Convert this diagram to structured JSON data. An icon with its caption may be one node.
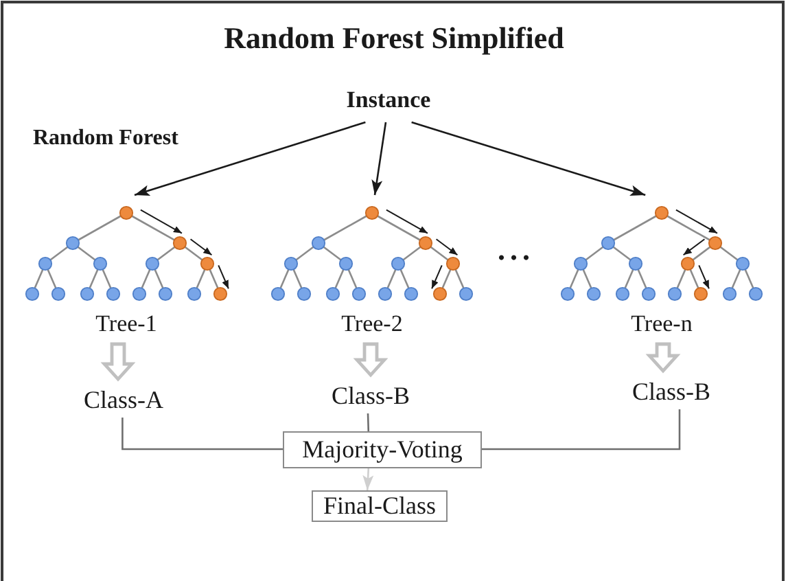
{
  "diagram": {
    "title": "Random Forest Simplified",
    "nodes": [
      {
        "text": [
          "Instance"
        ]
      },
      {
        "text": [
          "Tree-1"
        ]
      },
      {
        "text": [
          "Tree-2"
        ]
      },
      {
        "text": [
          "Tree-n"
        ]
      },
      {
        "text": [
          "Class-A"
        ]
      },
      {
        "text": [
          "Class-B"
        ]
      },
      {
        "text": [
          "Class-B"
        ]
      },
      {
        "text": [
          "Majority-Voting"
        ]
      },
      {
        "text": [
          "Final-Class"
        ]
      }
    ],
    "edges": [
      {
        "from": 0,
        "to": 1,
        "arrow": "to"
      },
      {
        "from": 0,
        "to": 2,
        "arrow": "to"
      },
      {
        "from": 0,
        "to": 3,
        "arrow": "to"
      },
      {
        "from": 1,
        "to": 4,
        "arrow": "to",
        "style": "thick",
        "color": "#c0c0c0"
      },
      {
        "from": 2,
        "to": 5,
        "arrow": "to",
        "style": "thick",
        "color": "#c0c0c0"
      },
      {
        "from": 3,
        "to": 6,
        "arrow": "to",
        "style": "thick",
        "color": "#c0c0c0"
      },
      {
        "from": 4,
        "to": 7,
        "arrow": "none",
        "color": "#6e6e6e"
      },
      {
        "from": 5,
        "to": 7,
        "arrow": "none",
        "color": "#6e6e6e"
      },
      {
        "from": 6,
        "to": 7,
        "arrow": "none",
        "color": "#6e6e6e"
      },
      {
        "from": 7,
        "to": 8,
        "arrow": "to",
        "color": "#cfcfcf"
      }
    ],
    "labels": [
      "Random Forest",
      "..."
    ]
  }
}
